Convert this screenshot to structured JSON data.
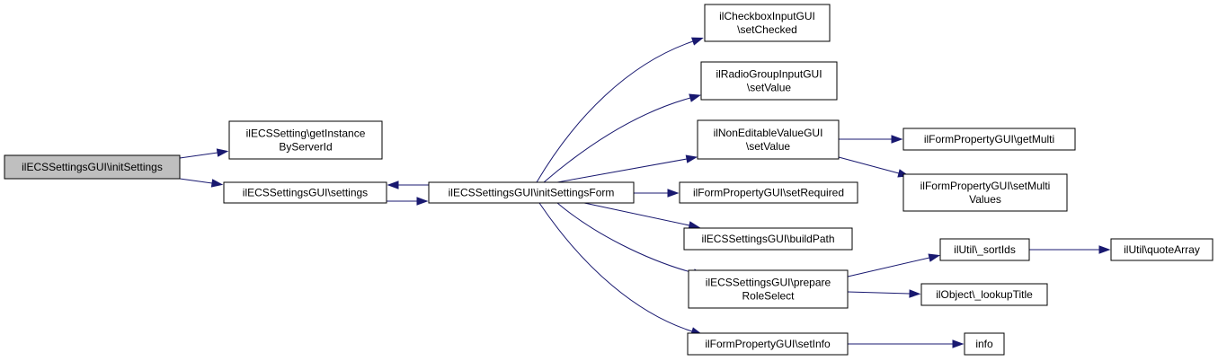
{
  "colors": {
    "node_fill": "#ffffff",
    "highlight_fill": "#bfbfbf",
    "node_border": "#000000",
    "edge": "#191970"
  },
  "nodes": [
    {
      "id": "root",
      "lines": [
        "ilECSSettingsGUI\\initSettings"
      ],
      "highlight": true
    },
    {
      "id": "getInstance",
      "lines": [
        "ilECSSetting\\getInstance",
        "ByServerId"
      ]
    },
    {
      "id": "settings",
      "lines": [
        "ilECSSettingsGUI\\settings"
      ]
    },
    {
      "id": "initForm",
      "lines": [
        "ilECSSettingsGUI\\initSettingsForm"
      ]
    },
    {
      "id": "setChecked",
      "lines": [
        "ilCheckboxInputGUI",
        "\\setChecked"
      ]
    },
    {
      "id": "radioSetValue",
      "lines": [
        "ilRadioGroupInputGUI",
        "\\setValue"
      ]
    },
    {
      "id": "nonEditSetValue",
      "lines": [
        "ilNonEditableValueGUI",
        "\\setValue"
      ]
    },
    {
      "id": "setRequired",
      "lines": [
        "ilFormPropertyGUI\\setRequired"
      ]
    },
    {
      "id": "buildPath",
      "lines": [
        "ilECSSettingsGUI\\buildPath"
      ]
    },
    {
      "id": "prepareRole",
      "lines": [
        "ilECSSettingsGUI\\prepare",
        "RoleSelect"
      ]
    },
    {
      "id": "setInfo",
      "lines": [
        "ilFormPropertyGUI\\setInfo"
      ]
    },
    {
      "id": "getMulti",
      "lines": [
        "ilFormPropertyGUI\\getMulti"
      ]
    },
    {
      "id": "setMulti",
      "lines": [
        "ilFormPropertyGUI\\setMulti",
        "Values"
      ]
    },
    {
      "id": "sortIds",
      "lines": [
        "ilUtil\\_sortIds"
      ]
    },
    {
      "id": "quoteArray",
      "lines": [
        "ilUtil\\quoteArray"
      ]
    },
    {
      "id": "lookupTitle",
      "lines": [
        "ilObject\\_lookupTitle"
      ]
    },
    {
      "id": "info",
      "lines": [
        "info"
      ]
    }
  ],
  "edges": [
    {
      "from": "root",
      "to": "getInstance"
    },
    {
      "from": "root",
      "to": "settings"
    },
    {
      "from": "settings",
      "to": "initForm"
    },
    {
      "from": "initForm",
      "to": "settings"
    },
    {
      "from": "initForm",
      "to": "setChecked"
    },
    {
      "from": "initForm",
      "to": "radioSetValue"
    },
    {
      "from": "initForm",
      "to": "nonEditSetValue"
    },
    {
      "from": "initForm",
      "to": "setRequired"
    },
    {
      "from": "initForm",
      "to": "buildPath"
    },
    {
      "from": "initForm",
      "to": "prepareRole"
    },
    {
      "from": "initForm",
      "to": "setInfo"
    },
    {
      "from": "nonEditSetValue",
      "to": "getMulti"
    },
    {
      "from": "nonEditSetValue",
      "to": "setMulti"
    },
    {
      "from": "prepareRole",
      "to": "sortIds"
    },
    {
      "from": "prepareRole",
      "to": "lookupTitle"
    },
    {
      "from": "sortIds",
      "to": "quoteArray"
    },
    {
      "from": "setInfo",
      "to": "info"
    }
  ]
}
